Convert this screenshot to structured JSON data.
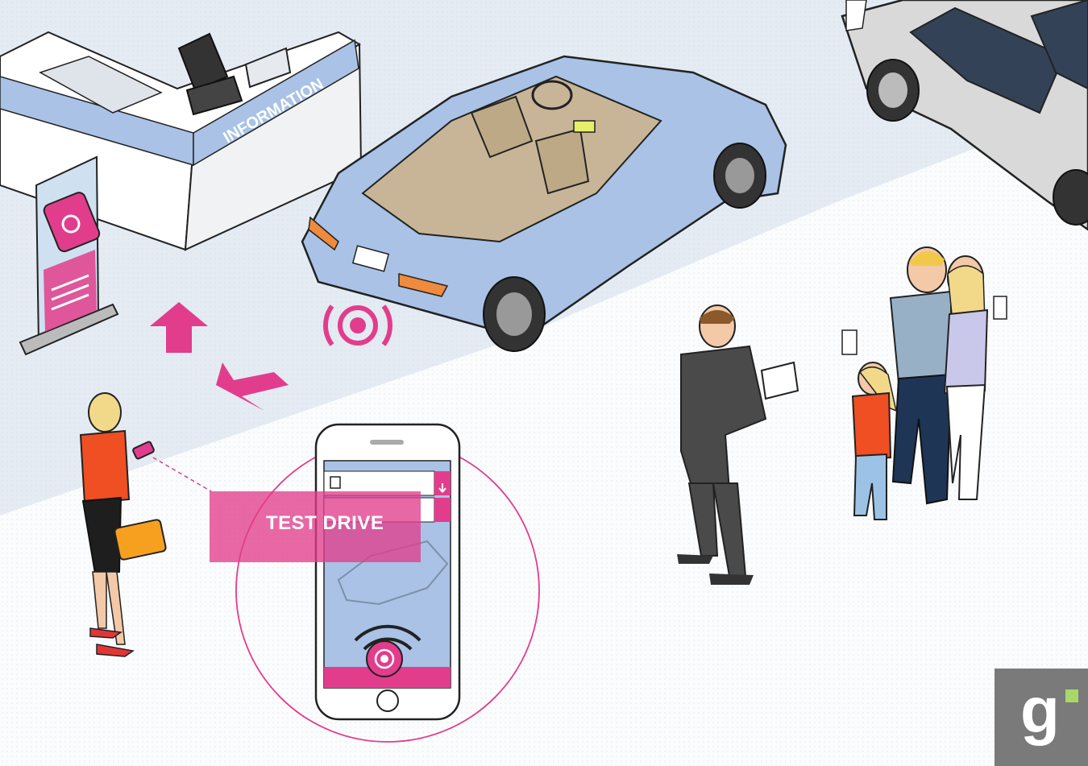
{
  "scene": {
    "kiosk_sign_text": "INFORMATION",
    "callout_label": "TEST DRIVE",
    "logo_letter": "g"
  },
  "colors": {
    "accent_pink": "#e23d8c",
    "convertible_blue": "#a9c2e6",
    "sedan_silver": "#d9d9d9",
    "interior_tan": "#c8b597",
    "logo_gray": "#7a7a7a",
    "logo_green": "#a6d86a",
    "floor": "#eef3f8"
  },
  "icons": [
    "nfc-signal-icon",
    "arrow-up-icon",
    "arrow-down-left-icon",
    "download-icon",
    "document-icon"
  ]
}
